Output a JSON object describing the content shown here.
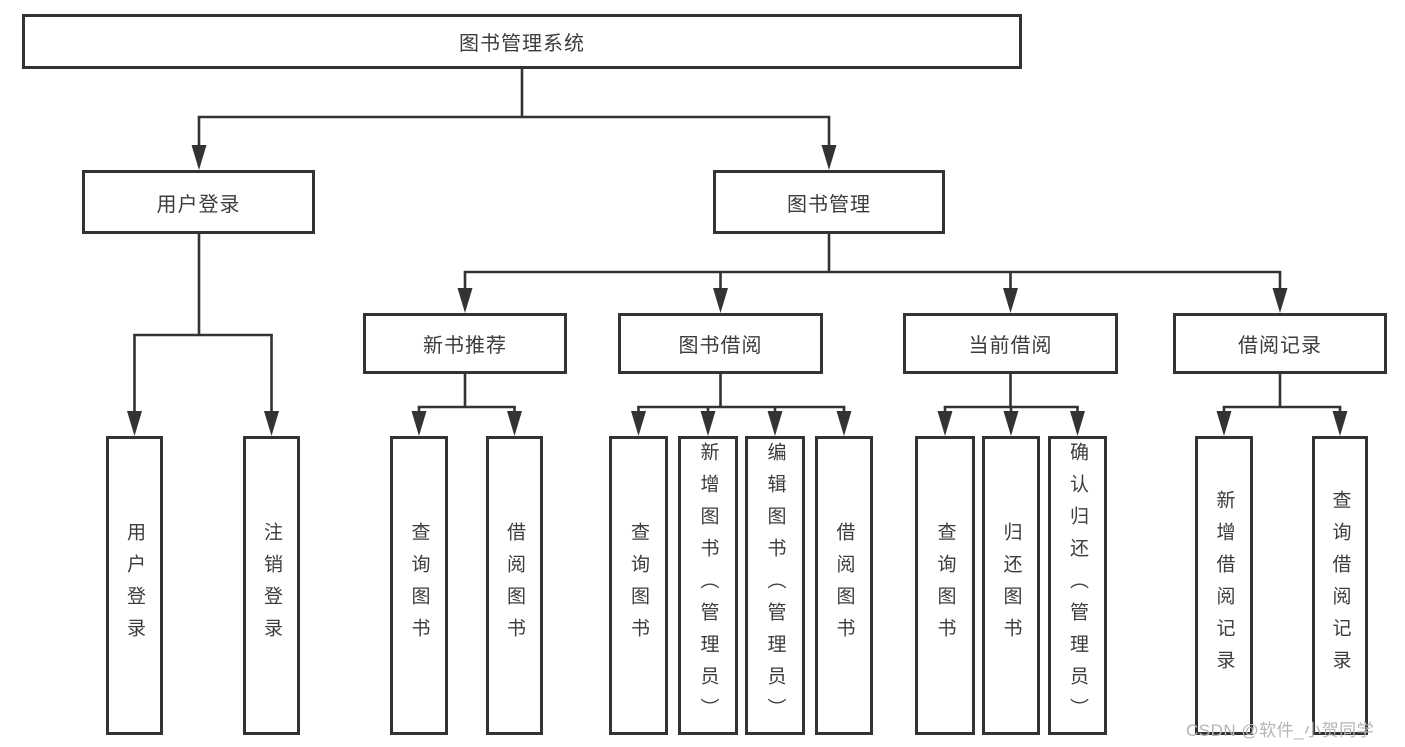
{
  "colors": {
    "line": "#333333",
    "node_border": "#333333",
    "node_text": "#3c3c3c",
    "watermark": "#b5b5b5",
    "background": "#ffffff"
  },
  "tree": {
    "root": {
      "label": "图书管理系统"
    },
    "branches": [
      {
        "label": "用户登录",
        "children": [
          {
            "label": "用户登录"
          },
          {
            "label": "注销登录"
          }
        ]
      },
      {
        "label": "图书管理",
        "children": [
          {
            "label": "新书推荐",
            "children": [
              {
                "label": "查询图书"
              },
              {
                "label": "借阅图书"
              }
            ]
          },
          {
            "label": "图书借阅",
            "children": [
              {
                "label": "查询图书"
              },
              {
                "label": "新增图书（管理员）"
              },
              {
                "label": "编辑图书（管理员）"
              },
              {
                "label": "借阅图书"
              }
            ]
          },
          {
            "label": "当前借阅",
            "children": [
              {
                "label": "查询图书"
              },
              {
                "label": "归还图书"
              },
              {
                "label": "确认归还（管理员）"
              }
            ]
          },
          {
            "label": "借阅记录",
            "children": [
              {
                "label": "新增借阅记录"
              },
              {
                "label": "查询借阅记录"
              }
            ]
          }
        ]
      }
    ]
  },
  "watermark": {
    "text": "CSDN @软件_小贺同学"
  }
}
